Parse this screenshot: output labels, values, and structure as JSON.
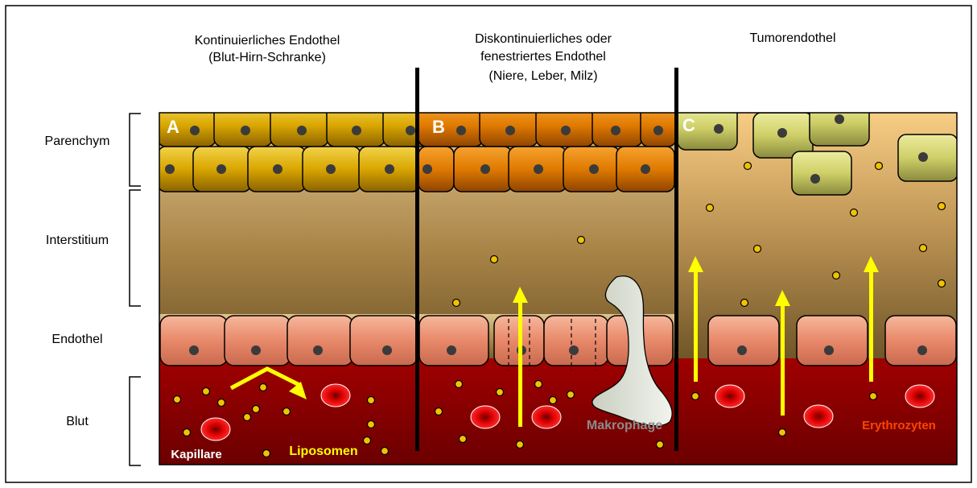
{
  "panel_titles": {
    "a": [
      "Kontinuierliches Endothel",
      "(Blut-Hirn-Schranke)"
    ],
    "b": [
      "Diskontinuierliches oder",
      "fenestriertes Endothel",
      "(Niere, Leber, Milz)"
    ],
    "c": [
      "Tumorendothel"
    ]
  },
  "panel_letters": {
    "a": "A",
    "b": "B",
    "c": "C"
  },
  "layers": {
    "parenchym": "Parenchym",
    "interstitium": "Interstitium",
    "endothel": "Endothel",
    "blut": "Blut"
  },
  "labels": {
    "kapillare": "Kapillare",
    "liposomen": "Liposomen",
    "makrophage": "Makrophage",
    "erythrozyten": "Erythrozyten"
  },
  "colors": {
    "blood": "#8b0000",
    "endothel_cell": "#e8896a",
    "parenchym_a": "#e0b000",
    "parenchym_b": "#e07a00",
    "tumor_cell": "#d8d880",
    "liposome": "#f2c200",
    "arrow": "#ffff00",
    "erythrocyte": "#e00000"
  }
}
